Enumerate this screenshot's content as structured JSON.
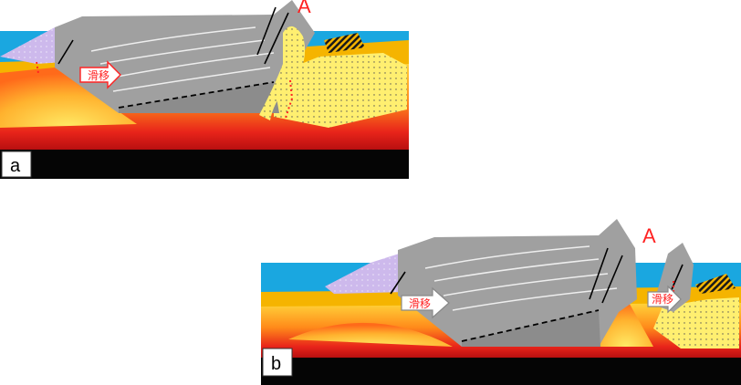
{
  "panels": [
    {
      "id": "a",
      "label": "a",
      "point_label": "A",
      "slide_label": "滑移"
    },
    {
      "id": "b",
      "label": "b",
      "point_label": "A",
      "slide_label_1": "滑移",
      "slide_label_2": "滑移"
    }
  ],
  "colors": {
    "sea": "#1aa7e0",
    "nappe_gray": "#a0a0a0",
    "nappe_dark": "#8c8c8c",
    "sediment_orange": "#f5b400",
    "basin_yellow": "#ffe74a",
    "magma_red": "#e8241a",
    "mantle_black": "#050505",
    "flysch_purple": "#c8b8e8",
    "fault_red": "#ff2222"
  }
}
